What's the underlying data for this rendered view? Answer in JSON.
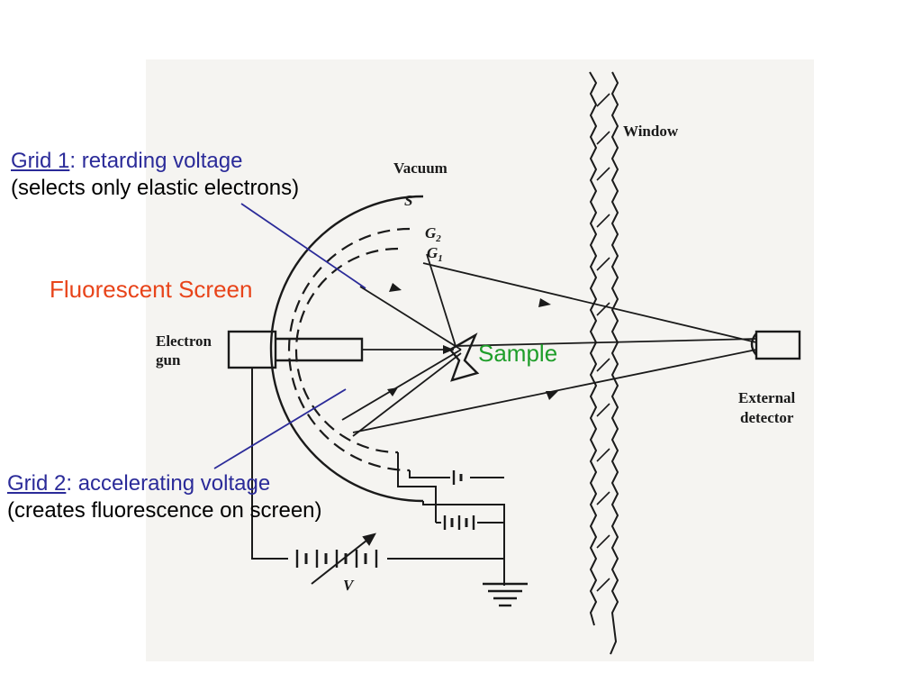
{
  "callouts": {
    "grid1": {
      "term": "Grid 1",
      "desc": ": retarding voltage",
      "sub": "(selects only elastic electrons)"
    },
    "grid2": {
      "term": "Grid 2",
      "desc": ": accelerating voltage",
      "sub": "(creates fluorescence on screen)"
    },
    "screen": "Fluorescent Screen",
    "sample": "Sample"
  },
  "diagram_labels": {
    "window": "Window",
    "vacuum": "Vacuum",
    "s": "S",
    "g2": "G",
    "g2_sub": "2",
    "g1": "G",
    "g1_sub": "1",
    "electron": "Electron",
    "gun": "gun",
    "external": "External",
    "detector": "detector",
    "v": "V"
  },
  "colors": {
    "callout_text": "#2b2b99",
    "callout_line": "#2b2b99",
    "screen_label": "#e8441a",
    "sample_label": "#1f9e2a",
    "diagram_ink": "#1a1a1a",
    "panel_bg": "#f5f4f1"
  }
}
